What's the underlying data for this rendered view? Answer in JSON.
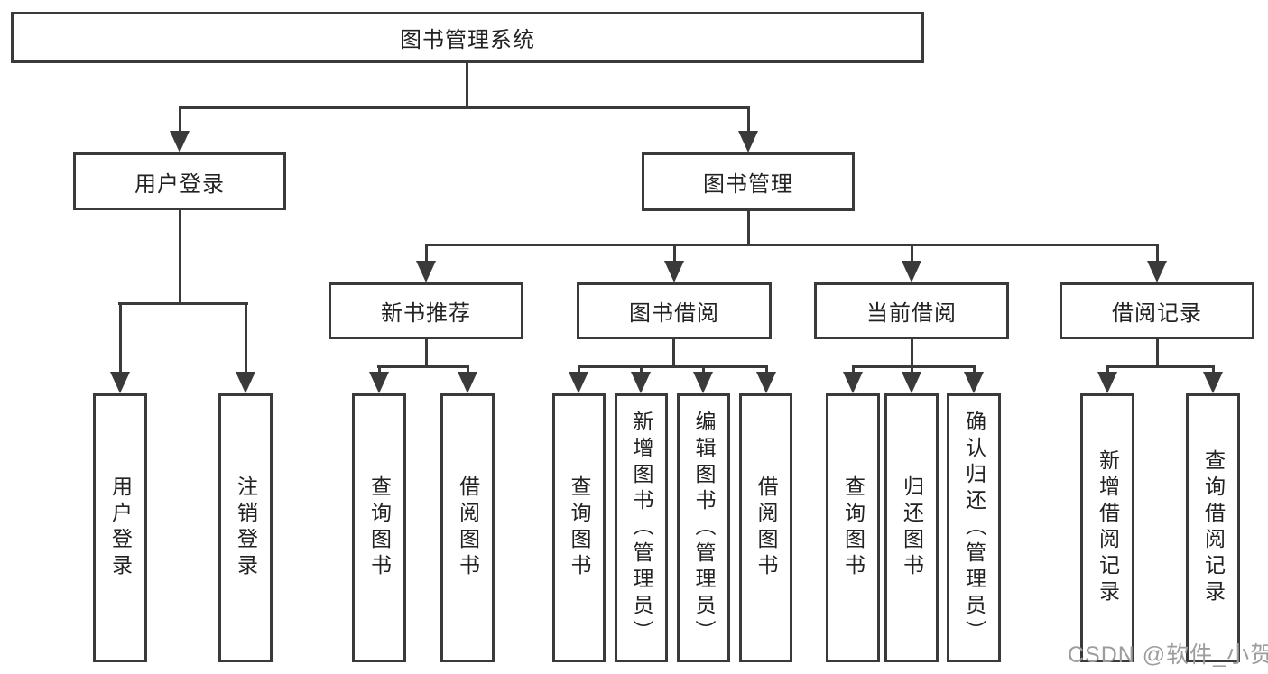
{
  "colors": {
    "line": "#3a3a3a",
    "text": "#222222",
    "background": "#ffffff",
    "watermark_color": "#9d9d9d"
  },
  "watermark": {
    "text": "CSDN @软件_小贺同学"
  },
  "tree": {
    "root": {
      "label": "图书管理系统"
    },
    "children": [
      {
        "label": "用户登录",
        "children": [
          {
            "label": "用户登录"
          },
          {
            "label": "注销登录"
          }
        ]
      },
      {
        "label": "图书管理",
        "children": [
          {
            "label": "新书推荐",
            "children": [
              {
                "label": "查询图书"
              },
              {
                "label": "借阅图书"
              }
            ]
          },
          {
            "label": "图书借阅",
            "children": [
              {
                "label": "查询图书"
              },
              {
                "label": "新增图书（管理员）"
              },
              {
                "label": "编辑图书（管理员）"
              },
              {
                "label": "借阅图书"
              }
            ]
          },
          {
            "label": "当前借阅",
            "children": [
              {
                "label": "查询图书"
              },
              {
                "label": "归还图书"
              },
              {
                "label": "确认归还（管理员）"
              }
            ]
          },
          {
            "label": "借阅记录",
            "children": [
              {
                "label": "新增借阅记录"
              },
              {
                "label": "查询借阅记录"
              }
            ]
          }
        ]
      }
    ]
  }
}
